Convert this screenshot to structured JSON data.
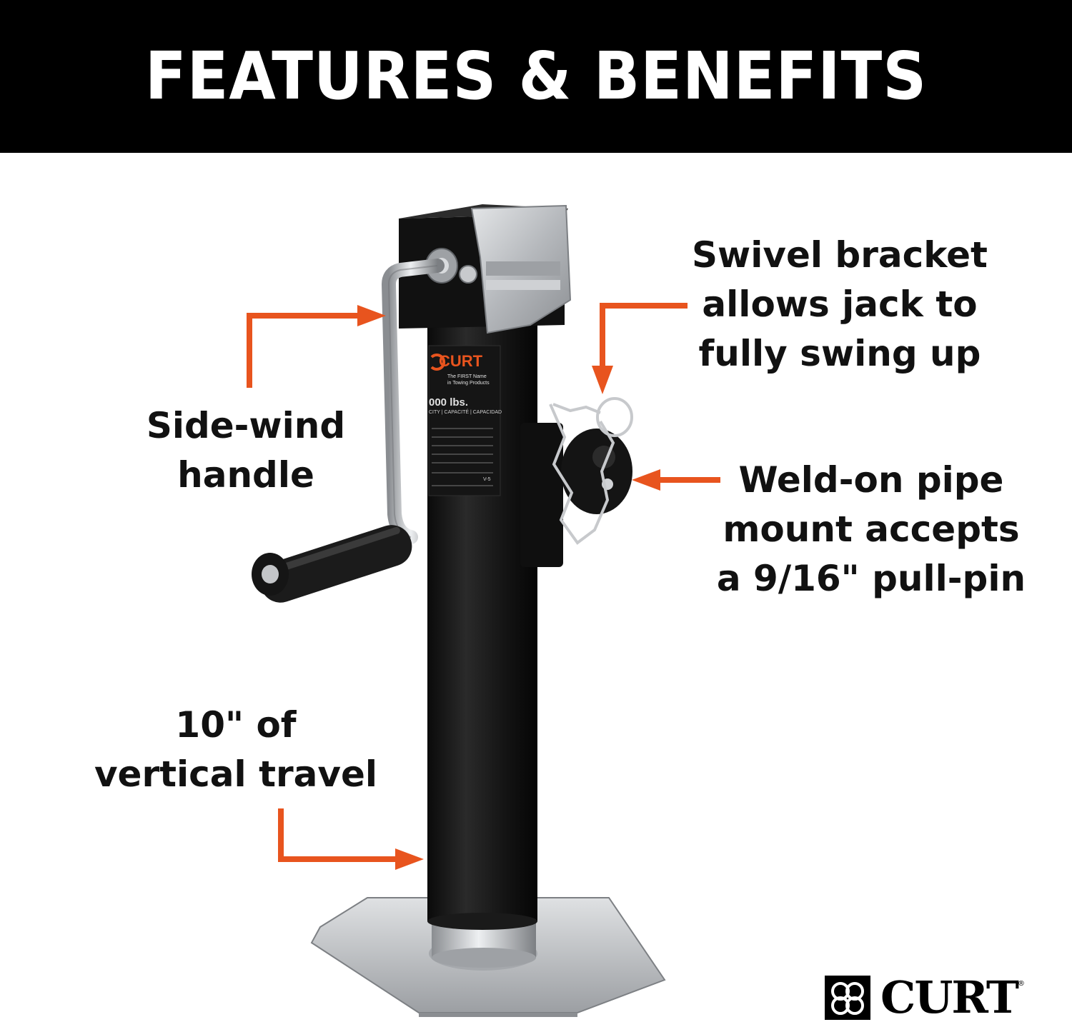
{
  "header": {
    "title": "FEATURES & BENEFITS"
  },
  "callouts": {
    "swivel": {
      "lines": [
        "Swivel bracket",
        "allows jack to",
        "fully swing up"
      ]
    },
    "handle": {
      "lines": [
        "Side-wind",
        "handle"
      ]
    },
    "mount": {
      "lines": [
        "Weld-on pipe",
        "mount accepts",
        "a 9/16\" pull-pin"
      ]
    },
    "travel": {
      "lines": [
        "10\" of",
        "vertical travel"
      ]
    }
  },
  "product_label": {
    "brand": "CURT",
    "tagline_1": "The FIRST Name",
    "tagline_2": "in Towing Products",
    "capacity": "000 lbs.",
    "capacity_sub": "CITY | CAPACITÉ | CAPACIDAD",
    "part_code": "V-5"
  },
  "brand_logo": {
    "text": "CURT",
    "mark": "®"
  },
  "colors": {
    "header_bg": "#000000",
    "header_text": "#ffffff",
    "arrow": "#e8541e",
    "caption_text": "#111111",
    "jack_body": "#1a1a1a",
    "steel": "#b9bcc0"
  },
  "icons": [
    "curt-logo-mark-icon",
    "arrow-right-icon",
    "arrow-down-icon",
    "arrow-left-icon"
  ]
}
